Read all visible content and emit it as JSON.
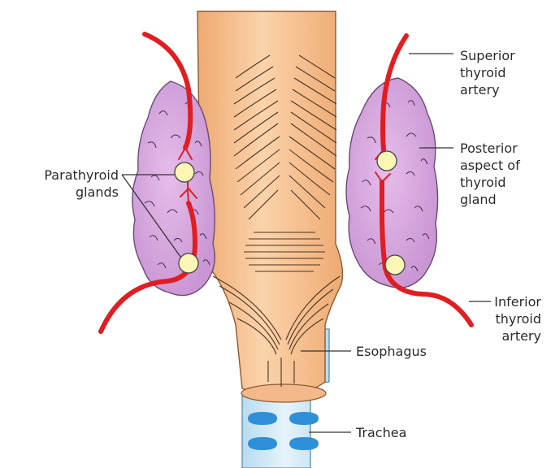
{
  "labels": {
    "superior_thyroid_artery": [
      "Superior",
      "thyroid",
      "artery"
    ],
    "posterior_aspect": [
      "Posterior",
      "aspect of",
      "thyroid",
      "gland"
    ],
    "parathyroid_glands": [
      "Parathyroid",
      "glands"
    ],
    "inferior_thyroid_artery": [
      "Inferior",
      "thyroid",
      "artery"
    ],
    "esophagus": "Esophagus",
    "trachea": "Trachea"
  },
  "colors": {
    "pharynx_fill": "#f6c08e",
    "pharynx_stroke": "#8a5a34",
    "thyroid_fill": "#d8a7df",
    "thyroid_stroke": "#6a4a78",
    "parathyroid_fill": "#fbf6b5",
    "artery": "#e01e22",
    "trachea_fill": "#cfe9f6",
    "trachea_ring": "#2e8fd6",
    "leader": "#333333"
  }
}
